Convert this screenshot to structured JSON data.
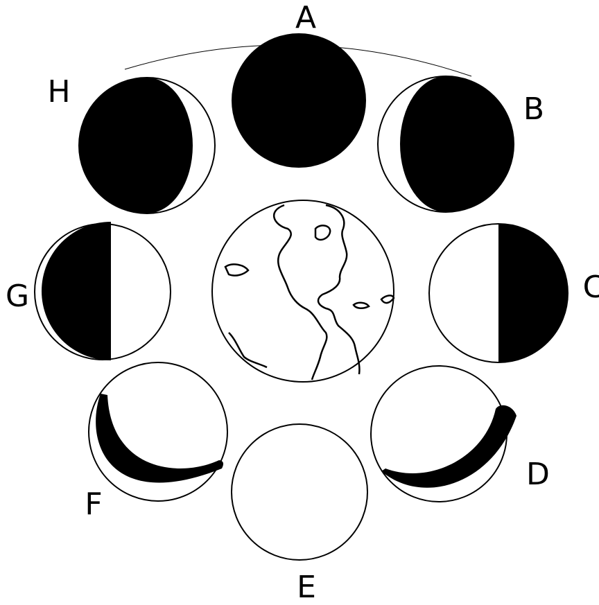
{
  "labels": {
    "a": "A",
    "b": "B",
    "c": "C",
    "d": "D",
    "e": "E",
    "f": "F",
    "g": "G",
    "h": "H"
  },
  "colors": {
    "ink": "#000000",
    "paper": "#ffffff"
  }
}
